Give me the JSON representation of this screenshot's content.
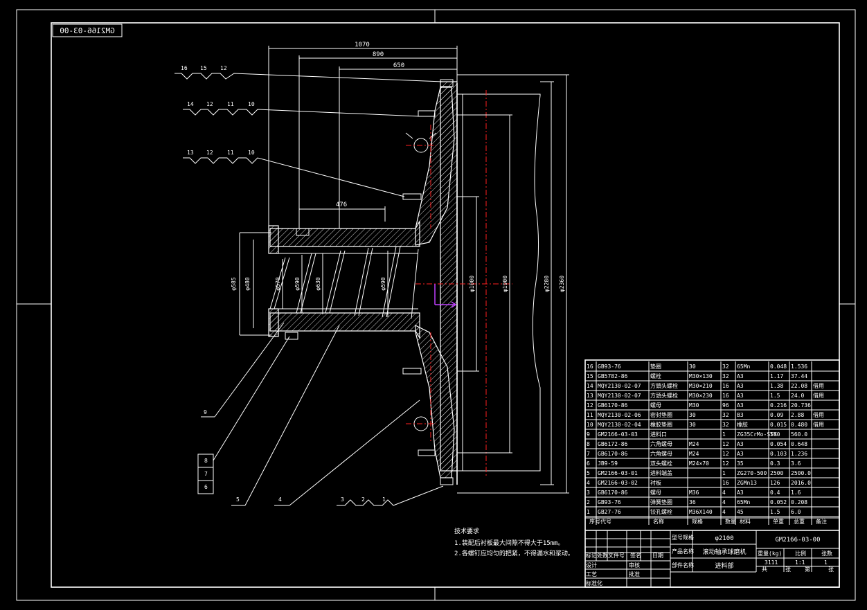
{
  "drawing_code_mirrored": "GM2166-03-00",
  "dimensions": {
    "d1070": "1070",
    "d890": "890",
    "d650": "650",
    "d476": "476",
    "dia585": "φ585",
    "dia480": "φ480",
    "dia570": "φ570",
    "dia590a": "φ590",
    "dia630": "φ630",
    "dia590b": "φ590",
    "dia1000": "φ1000",
    "dia1900": "φ1900",
    "dia2280": "φ2280",
    "dia2360": "φ2360"
  },
  "callouts": {
    "c1": [
      "16",
      "15",
      "12"
    ],
    "c2": [
      "14",
      "12",
      "11",
      "10"
    ],
    "c3": [
      "13",
      "12",
      "11",
      "10"
    ],
    "c9": "9",
    "c8": "8",
    "c7": "7",
    "c6": "6",
    "c5": "5",
    "c4": "4",
    "c321": [
      "3",
      "2",
      "1"
    ]
  },
  "notes": {
    "title": "技术要求",
    "line1": "1.装配后衬板最大间隙不得大于15mm。",
    "line2": "2.各螺钉应均匀的把紧，不得漏水和浆动。"
  },
  "bom": {
    "rows": [
      [
        "16",
        "GB93-76",
        "垫圈",
        "30",
        "32",
        "65Mn",
        "0.048",
        "1.536",
        ""
      ],
      [
        "15",
        "GB5782-86",
        "螺栓",
        "M30×130",
        "32",
        "A3",
        "1.17",
        "37.44",
        ""
      ],
      [
        "14",
        "MQY2130-02-07",
        "方頭头螺栓",
        "M30×210",
        "16",
        "A3",
        "1.38",
        "22.08",
        "借用"
      ],
      [
        "13",
        "MQY2130-02-07",
        "方頭头螺栓",
        "M30×230",
        "16",
        "A3",
        "1.5",
        "24.0",
        "借用"
      ],
      [
        "12",
        "GB6170-86",
        "螺母",
        "M30",
        "96",
        "A3",
        "0.216",
        "20.736",
        ""
      ],
      [
        "11",
        "MQY2130-02-06",
        "密封垫圈",
        "30",
        "32",
        "B3",
        "0.09",
        "2.88",
        "借用"
      ],
      [
        "10",
        "MQY2130-02-04",
        "橡胶垫圈",
        "30",
        "32",
        "橡胶",
        "0.015",
        "0.480",
        "借用"
      ],
      [
        "9",
        "GM2166-03-03",
        "进料口",
        "",
        "1",
        "ZG35CrMo-STK",
        "560",
        "560.0",
        ""
      ],
      [
        "8",
        "GB6172-86",
        "六角螺母",
        "M24",
        "12",
        "A3",
        "0.054",
        "0.648",
        ""
      ],
      [
        "7",
        "GB6170-86",
        "六角螺母",
        "M24",
        "12",
        "A3",
        "0.103",
        "1.236",
        ""
      ],
      [
        "6",
        "JB9-59",
        "双头螺栓",
        "M24×70",
        "12",
        "35",
        "0.3",
        "3.6",
        ""
      ],
      [
        "5",
        "GM2166-03-01",
        "进料端盖",
        "",
        "1",
        "ZG270-500",
        "2500",
        "2500.0",
        ""
      ],
      [
        "4",
        "GM2166-03-02",
        "衬板",
        "",
        "16",
        "ZGMn13",
        "126",
        "2016.0",
        ""
      ],
      [
        "3",
        "GB6170-86",
        "螺母",
        "M36",
        "4",
        "A3",
        "0.4",
        "1.6",
        ""
      ],
      [
        "2",
        "GB93-76",
        "弹簧垫圈",
        "36",
        "4",
        "65Mn",
        "0.052",
        "0.208",
        ""
      ],
      [
        "1",
        "GB27-76",
        "铰孔螺栓",
        "M36X140",
        "4",
        "45",
        "1.5",
        "6.0",
        ""
      ]
    ],
    "header": [
      "序号",
      "代号",
      "名称",
      "规格",
      "数量",
      "材料",
      "单重",
      "总重",
      "备注"
    ]
  },
  "title_block": {
    "label_model": "型号规格",
    "model": "φ2100",
    "code": "GM2166-03-00",
    "label_product": "产品名称",
    "product": "滚动轴承球磨机",
    "label_part": "部件名称",
    "part": "进料部",
    "row_mark": [
      "标记",
      "处数",
      "文件号",
      "签名",
      "日期"
    ],
    "design": "设计",
    "check": "审核",
    "craft": "工艺",
    "approve": "批准",
    "std": "标准化",
    "label_weight": "重量(kg)",
    "label_scale": "比例",
    "label_sheet": "张数",
    "weight": "3111",
    "scale": "1:1",
    "sheets": "1",
    "sheet_label": "共",
    "sheet_label2": "张",
    "sheet_label3": "第",
    "sheet_label4": "张"
  }
}
